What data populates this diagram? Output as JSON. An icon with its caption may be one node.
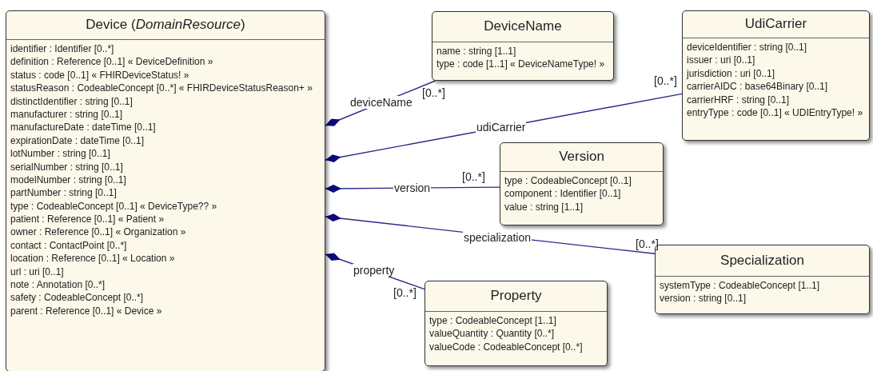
{
  "diagram": {
    "nodes": [
      {
        "text": [
          "Device (*DomainResource*)",
          "identifier : Identifier [0..*]",
          "definition : Reference [0..1] « DeviceDefinition »",
          "status : code [0..1] « FHIRDeviceStatus! »",
          "statusReason : CodeableConcept [0..*] « FHIRDeviceStatusReason+ »",
          "distinctIdentifier : string [0..1]",
          "manufacturer : string [0..1]",
          "manufactureDate : dateTime [0..1]",
          "expirationDate : dateTime [0..1]",
          "lotNumber : string [0..1]",
          "serialNumber : string [0..1]",
          "modelNumber : string [0..1]",
          "partNumber : string [0..1]",
          "type : CodeableConcept [0..1] « DeviceType?? »",
          "patient : Reference [0..1] « Patient »",
          "owner : Reference [0..1] « Organization »",
          "contact : ContactPoint [0..*]",
          "location : Reference [0..1] « Location »",
          "url : uri [0..1]",
          "note : Annotation [0..*]",
          "safety : CodeableConcept [0..*]",
          "parent : Reference [0..1] « Device »"
        ]
      },
      {
        "text": [
          "DeviceName",
          "name : string [1..1]",
          "type : code [1..1] « DeviceNameType! »"
        ]
      },
      {
        "text": [
          "UdiCarrier",
          "deviceIdentifier : string [0..1]",
          "issuer : uri [0..1]",
          "jurisdiction : uri [0..1]",
          "carrierAIDC : base64Binary [0..1]",
          "carrierHRF : string [0..1]",
          "entryType : code [0..1] « UDIEntryType! »"
        ]
      },
      {
        "text": [
          "Version",
          "type : CodeableConcept [0..1]",
          "component : Identifier [0..1]",
          "value : string [1..1]"
        ]
      },
      {
        "text": [
          "Specialization",
          "systemType : CodeableConcept [1..1]",
          "version : string [0..1]"
        ]
      },
      {
        "text": [
          "Property",
          "type : CodeableConcept [1..1]",
          "valueQuantity : Quantity [0..*]",
          "valueCode : CodeableConcept [0..*]"
        ]
      }
    ],
    "edges": [
      {
        "from": 0,
        "to": 1,
        "arrow": "other",
        "label": "deviceName"
      },
      {
        "from": 0,
        "to": 2,
        "arrow": "other",
        "label": "udiCarrier"
      },
      {
        "from": 0,
        "to": 3,
        "arrow": "other",
        "label": "version"
      },
      {
        "from": 0,
        "to": 4,
        "arrow": "other",
        "label": "specialization"
      },
      {
        "from": 0,
        "to": 5,
        "arrow": "other",
        "label": "property"
      }
    ],
    "labels": [
      "[0..*]",
      "[0..*]",
      "[0..*]",
      "[0..*]",
      "[0..*]"
    ]
  }
}
